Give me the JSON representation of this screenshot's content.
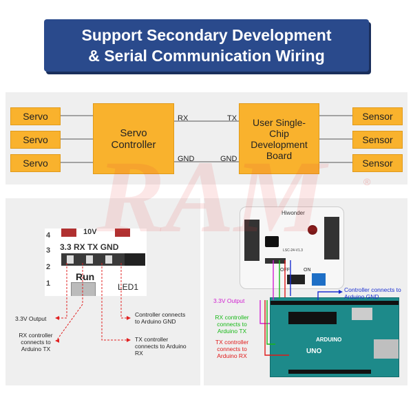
{
  "title": {
    "line1": "Support Secondary Development",
    "line2": "& Serial Communication Wiring"
  },
  "diagram": {
    "servos": [
      "Servo",
      "Servo",
      "Servo"
    ],
    "sensors": [
      "Sensor",
      "Sensor",
      "Sensor"
    ],
    "controller": "Servo Controller",
    "board": "User Single-Chip Development Board",
    "rx": "RX",
    "tx": "TX",
    "gnd_left": "GND",
    "gnd_right": "GND"
  },
  "left_panel": {
    "voltage_label": "10V",
    "pins_header": "3.3 RX TX GND",
    "row_numbers": [
      "4",
      "3",
      "2",
      "1"
    ],
    "run_label": "Run",
    "led_label": "LED1",
    "annotations": {
      "out33": "3.3V Output",
      "rx": "RX controller connects to Arduino TX",
      "gnd": "Controller connects to Arduino GND",
      "tx": "TX controller connects to Arduino RX"
    }
  },
  "right_panel": {
    "brand": "Hiwonder",
    "switch_off": "OFF",
    "switch_on": "ON",
    "board_text": "LSC-24-V1.3",
    "arduino_logo": "ARDUINO",
    "uno": "UNO",
    "annotations": {
      "gnd": "Controller connects to Arduino GND",
      "out33": "3.3V Output",
      "rx": "RX controller connects to Arduino TX",
      "tx": "TX controller connects to Arduino RX"
    },
    "colors": {
      "gnd": "#1a2fd0",
      "out33": "#d020d0",
      "rx": "#18b818",
      "tx": "#e01818"
    }
  },
  "watermark": {
    "text": "RAM",
    "mark": "®"
  },
  "colors": {
    "banner": "#2a4a8c",
    "box": "#f9b22d",
    "panel": "#efefef"
  }
}
